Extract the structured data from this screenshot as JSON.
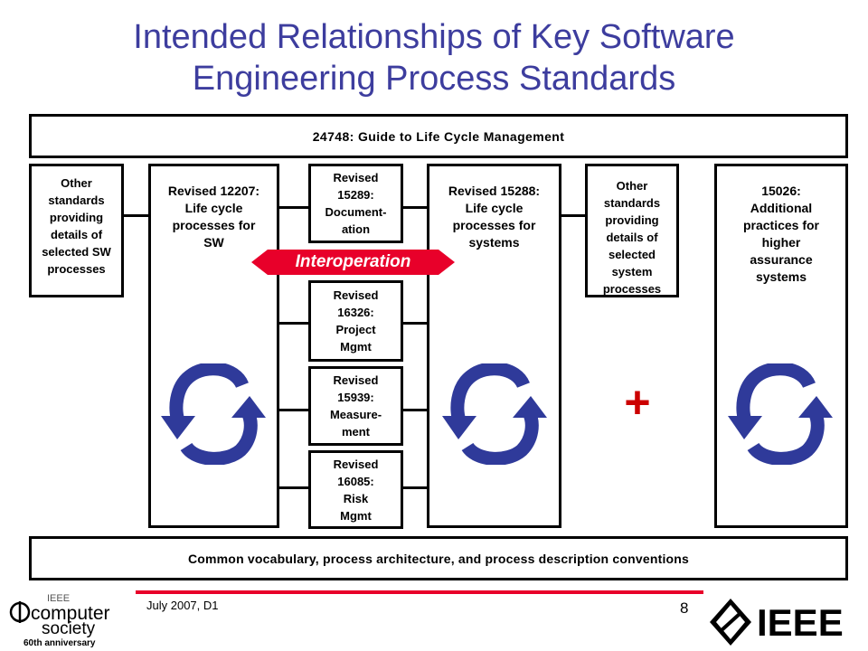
{
  "title": {
    "line1": "Intended Relationships of Key Software",
    "line2": "Engineering Process Standards"
  },
  "top_bar": "24748: Guide to Life Cycle Management",
  "bottom_bar": "Common vocabulary, process architecture, and process description conventions",
  "boxes": {
    "other_sw": "Other\nstandards\nproviding\ndetails of\nselected SW\nprocesses",
    "rev_12207": "Revised 12207:\nLife cycle\nprocesses for\nSW",
    "rev_15289": "Revised\n15289:\nDocument-\nation",
    "rev_16326": "Revised\n16326:\nProject\nMgmt",
    "rev_15939": "Revised\n15939:\nMeasure-\nment",
    "rev_16085": "Revised\n16085:\nRisk\nMgmt",
    "rev_15288": "Revised 15288:\nLife cycle\nprocesses for\nsystems",
    "other_system": "Other\nstandards\nproviding\ndetails of\nselected\nsystem\nprocesses",
    "std_15026": "15026:\nAdditional\npractices for\nhigher\nassurance\nsystems"
  },
  "interoperation_label": "Interoperation",
  "plus_sign": "+",
  "footer": {
    "date": "July 2007, D1",
    "page_number": "8",
    "society_logo": "IEEE computer society 60th anniversary",
    "ieee_logo": "IEEE"
  },
  "colors": {
    "title": "#3d3d9e",
    "arrow_blue": "#2f3a9a",
    "interop_red": "#e8002a",
    "plus_red": "#cc0000"
  }
}
